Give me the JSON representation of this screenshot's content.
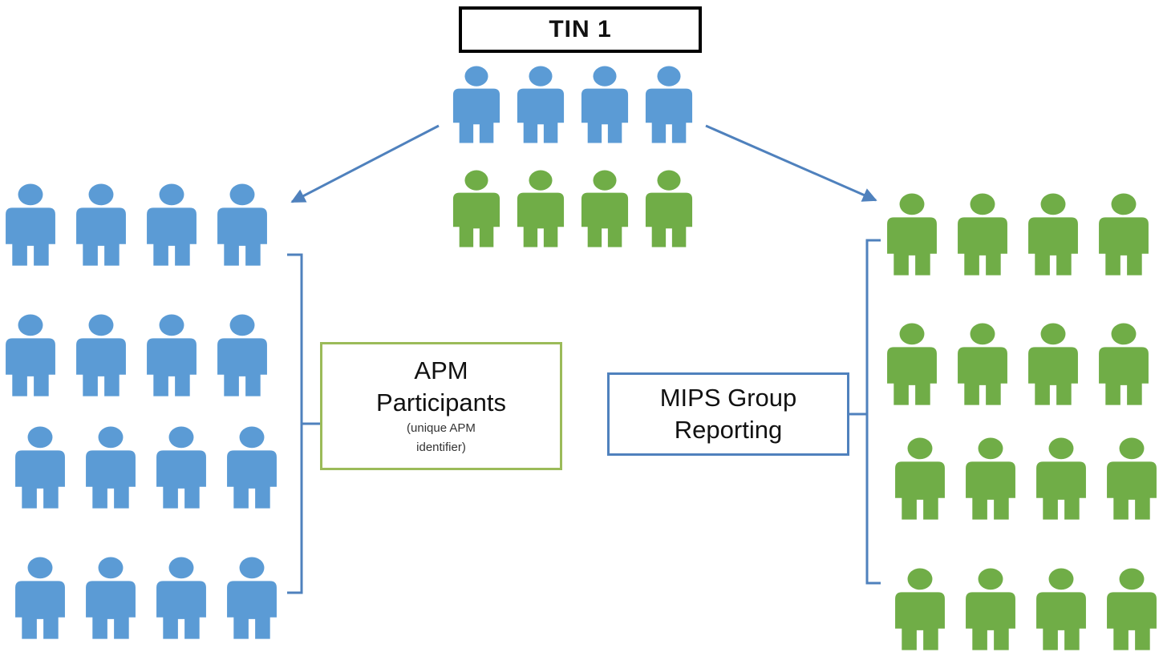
{
  "tin_label": "TIN 1",
  "apm_box": {
    "line1": "APM",
    "line2": "Participants",
    "sub1": "(unique APM",
    "sub2": "identifier)"
  },
  "mips_box": {
    "line1": "MIPS Group",
    "line2": "Reporting"
  },
  "colors": {
    "apm_person": "#5b9bd5",
    "mips_person": "#70ad47",
    "apm_box_border": "#9bbb59",
    "mips_box_border": "#4f81bd",
    "connector": "#4f81bd"
  },
  "groups": {
    "tin_apm": {
      "count": 4,
      "color": "blue"
    },
    "tin_mips": {
      "count": 4,
      "color": "green"
    },
    "apm_participants": {
      "count": 16,
      "color": "blue"
    },
    "mips_group": {
      "count": 16,
      "color": "green"
    }
  }
}
